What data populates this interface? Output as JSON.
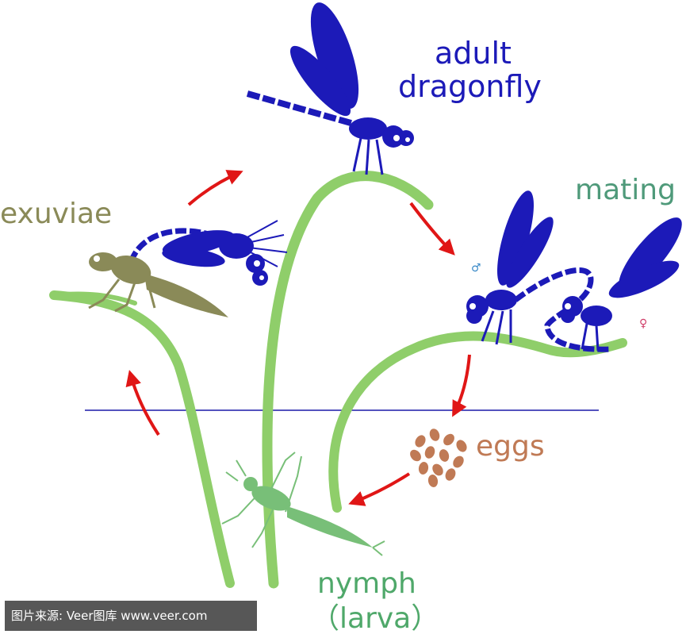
{
  "labels": {
    "adult_line1": "adult",
    "adult_line2": "dragonfly",
    "mating": "mating",
    "exuviae": "exuviae",
    "eggs": "eggs",
    "nymph": "nymph",
    "larva": "（larva）"
  },
  "symbols": {
    "male": "♂",
    "female": "♀"
  },
  "watermark": "图片来源: Veer图库 www.veer.com",
  "colors": {
    "dragonfly": "#1c1ab8",
    "stem": "#8fce6a",
    "arrow": "#e01616",
    "exuviae": "#8a8a58",
    "nymph": "#78bf78",
    "eggs": "#c07a55",
    "water_line": "#1c1aa8",
    "male_symbol": "#3a8ac8",
    "female_symbol": "#d0406a"
  }
}
